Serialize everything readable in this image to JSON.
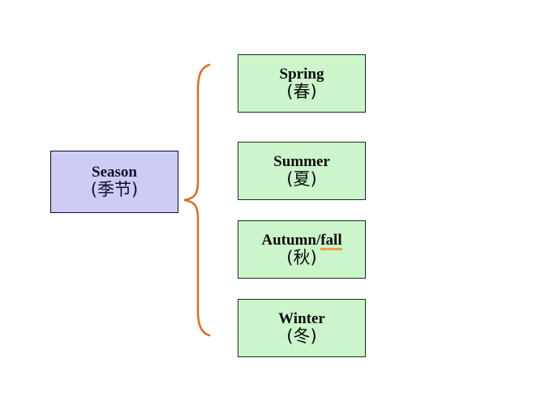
{
  "diagram": {
    "type": "bracket-tree",
    "title_text": "",
    "background_color": "#ffffff",
    "root": {
      "name": "season-node",
      "en": "Season",
      "zh": "(季节)",
      "fill_color": "#ccccf5",
      "border_color": "#0c0c1f"
    },
    "brace": {
      "name": "curly-brace",
      "color": "#d4722a",
      "orientation": "right-opening"
    },
    "leaves": [
      {
        "name": "spring-node",
        "en": "Spring",
        "zh": "(春)",
        "fill_color": "#ccf5cc",
        "border_color": "#18321a",
        "underline_part": "",
        "plain_part": "Spring"
      },
      {
        "name": "summer-node",
        "en": "Summer",
        "zh": "(夏)",
        "fill_color": "#ccf5cc",
        "border_color": "#18321a",
        "underline_part": "",
        "plain_part": "Summer"
      },
      {
        "name": "autumn-node",
        "en": "Autumn/fall",
        "zh": "(秋)",
        "fill_color": "#ccf5cc",
        "border_color": "#18321a",
        "plain_part": "Autumn/",
        "underline_part": "fall",
        "underline_color": "#e8a33d"
      },
      {
        "name": "winter-node",
        "en": "Winter",
        "zh": "(冬)",
        "fill_color": "#ccf5cc",
        "border_color": "#18321a",
        "underline_part": "",
        "plain_part": "Winter"
      }
    ]
  }
}
